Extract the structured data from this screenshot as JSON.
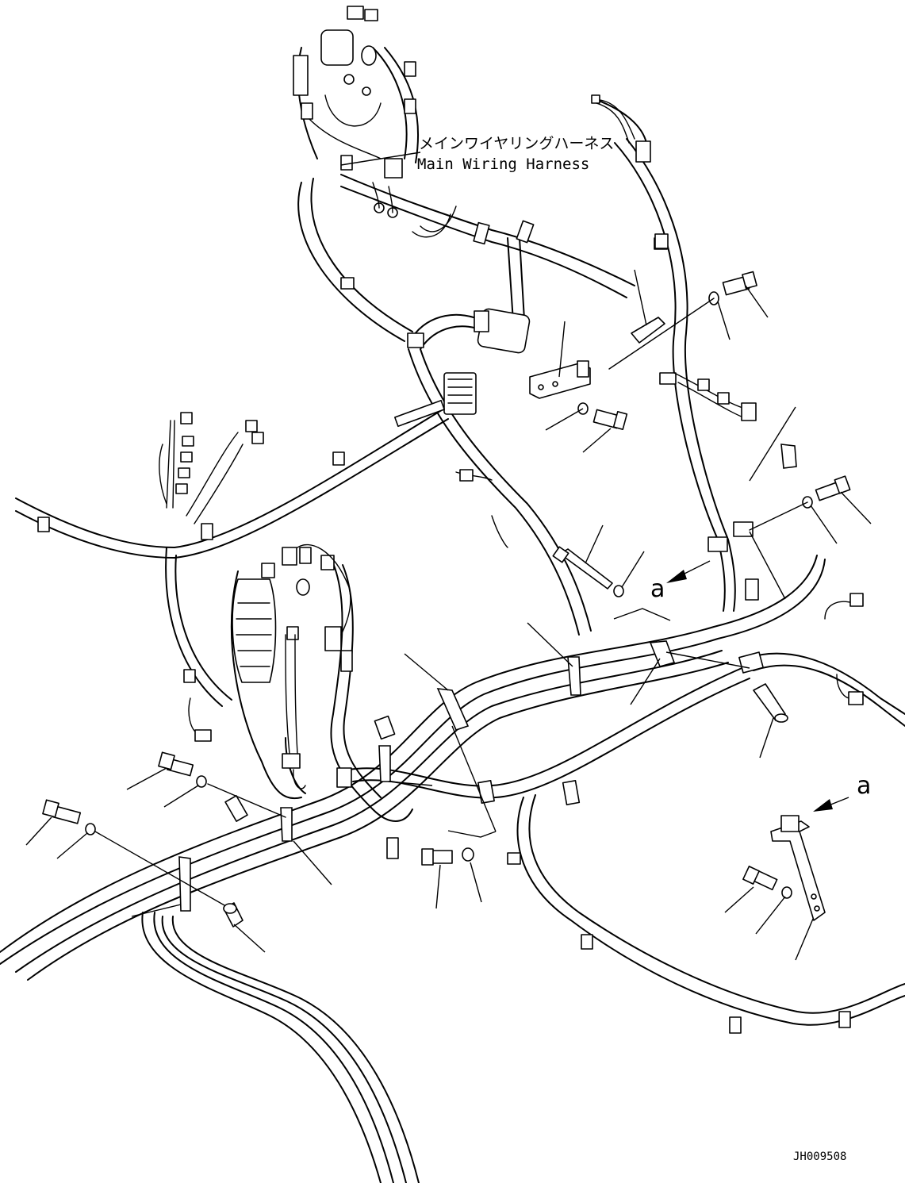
{
  "drawing": {
    "harness_label_jp": "メインワイヤリングハーネス",
    "harness_label_en": "Main Wiring Harness",
    "view_marker_right": "a",
    "view_marker_detail": "a",
    "drawing_code": "JH009508"
  }
}
